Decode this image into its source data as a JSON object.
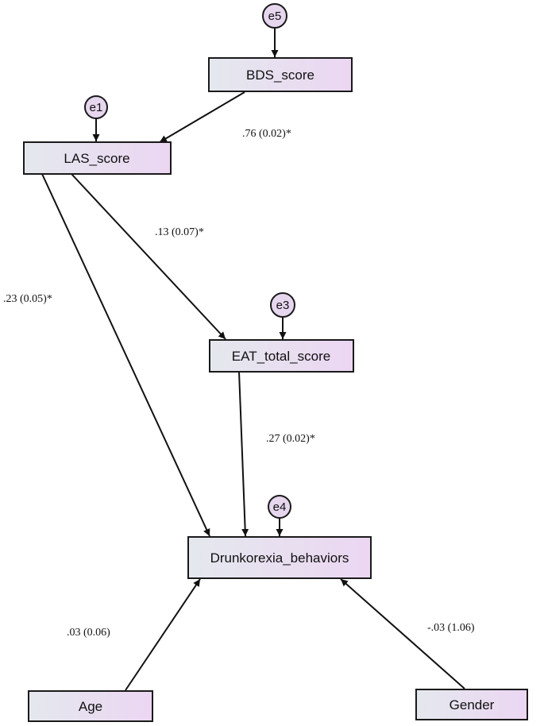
{
  "nodes": {
    "bds": "BDS_score",
    "las": "LAS_score",
    "eat": "EAT_total_score",
    "drunk": "Drunkorexia_behaviors",
    "age": "Age",
    "gender": "Gender"
  },
  "errors": {
    "e5": "e5",
    "e1": "e1",
    "e3": "e3",
    "e4": "e4"
  },
  "paths": {
    "bds_las": ".76 (0.02)*",
    "las_eat": ".13 (0.07)*",
    "las_drunk": ".23 (0.05)*",
    "eat_drunk": ".27 (0.02)*",
    "age_drunk": ".03 (0.06)",
    "gender_drunk": "-.03 (1.06)"
  },
  "colors": {
    "box_gradient_left": "#e4e8ee",
    "box_gradient_right": "#ecd6f2",
    "error_fill": "#e6d6ee"
  }
}
